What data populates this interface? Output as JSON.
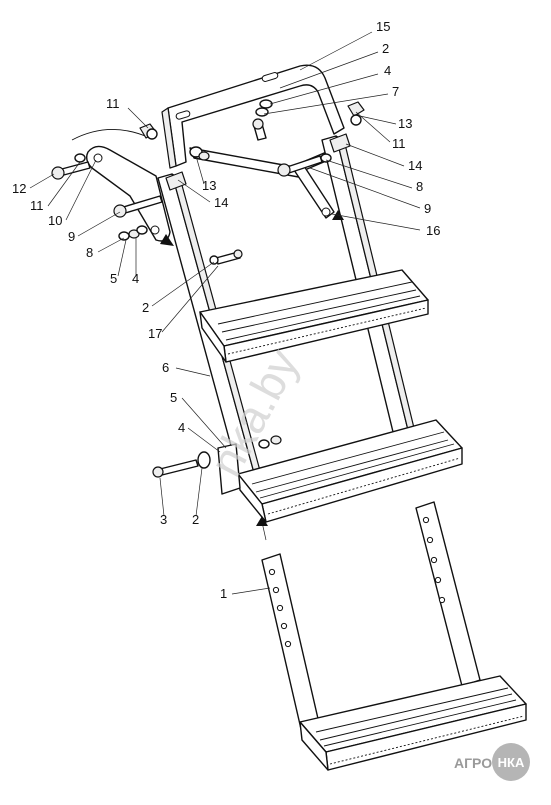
{
  "callouts": [
    {
      "id": "c15",
      "text": "15"
    },
    {
      "id": "c2a",
      "text": "2"
    },
    {
      "id": "c4a",
      "text": "4"
    },
    {
      "id": "c7",
      "text": "7"
    },
    {
      "id": "c13a",
      "text": "13"
    },
    {
      "id": "c11a",
      "text": "11"
    },
    {
      "id": "c14a",
      "text": "14"
    },
    {
      "id": "c8a",
      "text": "8"
    },
    {
      "id": "c9a",
      "text": "9"
    },
    {
      "id": "c16",
      "text": "16"
    },
    {
      "id": "c11b",
      "text": "11"
    },
    {
      "id": "c13b",
      "text": "13"
    },
    {
      "id": "c14b",
      "text": "14"
    },
    {
      "id": "c12",
      "text": "12"
    },
    {
      "id": "c11c",
      "text": "11"
    },
    {
      "id": "c10",
      "text": "10"
    },
    {
      "id": "c9b",
      "text": "9"
    },
    {
      "id": "c8b",
      "text": "8"
    },
    {
      "id": "c5a",
      "text": "5"
    },
    {
      "id": "c4b",
      "text": "4"
    },
    {
      "id": "c2b",
      "text": "2"
    },
    {
      "id": "c17",
      "text": "17"
    },
    {
      "id": "c6",
      "text": "6"
    },
    {
      "id": "c5b",
      "text": "5"
    },
    {
      "id": "c4c",
      "text": "4"
    },
    {
      "id": "c3",
      "text": "3"
    },
    {
      "id": "c2c",
      "text": "2"
    },
    {
      "id": "c1",
      "text": "1"
    }
  ],
  "watermark": "nka.by",
  "logo": {
    "left": "АГРО",
    "right": "НКА"
  }
}
